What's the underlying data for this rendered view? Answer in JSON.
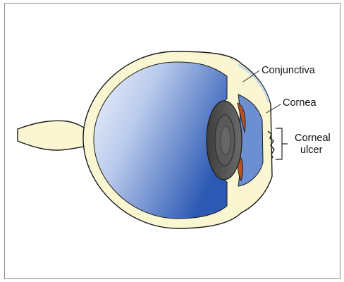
{
  "labels": {
    "conjunctiva": "Conjunctiva",
    "cornea": "Cornea",
    "corneal_ulcer_line1": "Corneal",
    "corneal_ulcer_line2": "ulcer"
  },
  "colors": {
    "frame_border": "#8a8a8a",
    "eye_outline": "#1a1a1a",
    "sclera_fill": "#fbf6d2",
    "vitreous_light": "#e8eefb",
    "vitreous_dark": "#2f5db7",
    "lens_outer": "#4a4a4a",
    "lens_inner": "#6b6b6b",
    "iris": "#b5522a",
    "leader_line": "#222222"
  }
}
